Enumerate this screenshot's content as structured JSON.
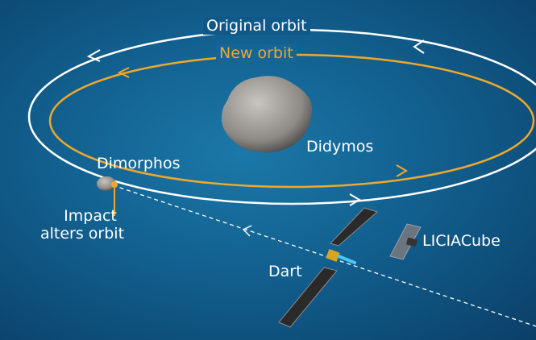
{
  "labels": {
    "original_orbit": "Original orbit",
    "new_orbit": "New orbit",
    "didymos": "Didymos",
    "dimorphos": "Dimorphos",
    "impact": [
      "Impact",
      "alters orbit"
    ],
    "dart": "Dart",
    "liciacube": "LICIACube"
  },
  "colors": {
    "original_orbit": "#ffffff",
    "new_orbit": "#f0a82a",
    "background": "#12608f"
  }
}
